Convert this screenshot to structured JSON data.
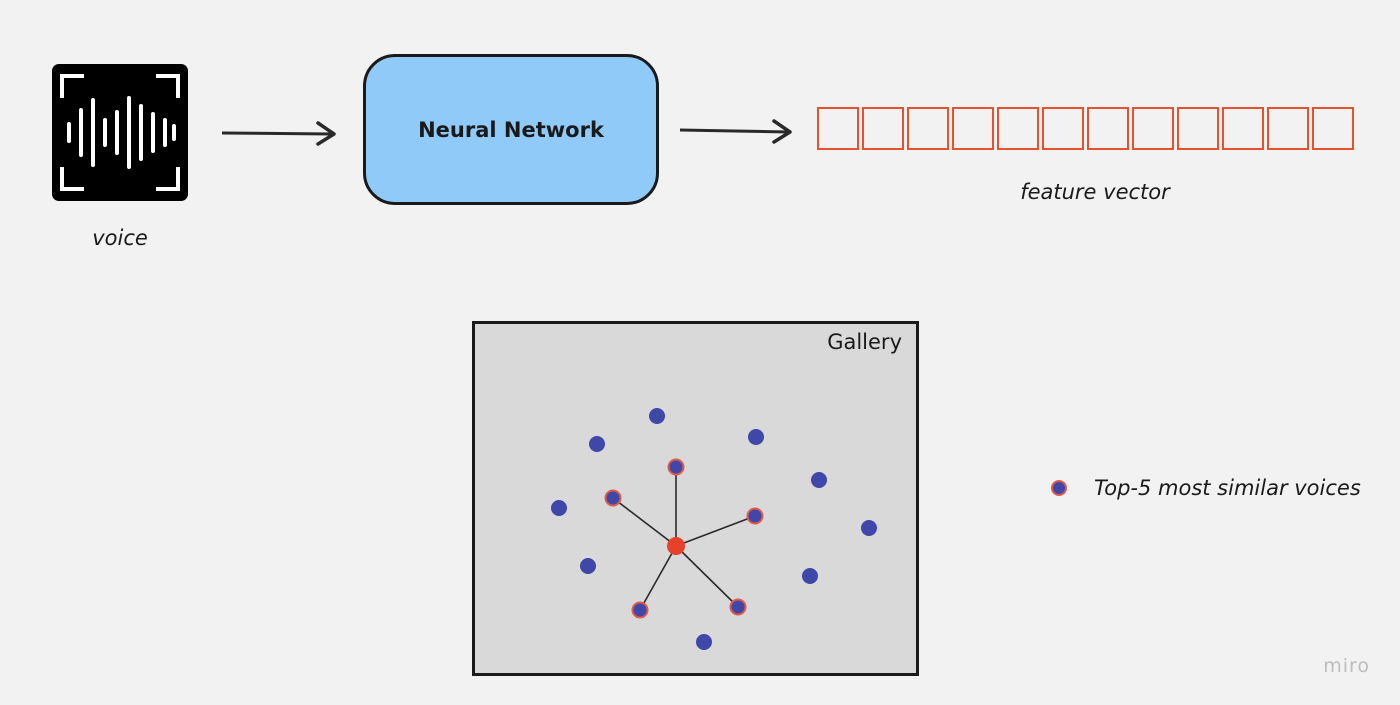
{
  "voice": {
    "label": "voice"
  },
  "neural_network": {
    "label": "Neural Network"
  },
  "feature_vector": {
    "label": "feature vector",
    "cell_count": 12
  },
  "gallery": {
    "label": "Gallery",
    "query_point": [
      201,
      222
    ],
    "top5_points": [
      [
        201,
        143
      ],
      [
        138,
        174
      ],
      [
        280,
        192
      ],
      [
        165,
        286
      ],
      [
        263,
        283
      ]
    ],
    "other_points": [
      [
        182,
        92
      ],
      [
        122,
        120
      ],
      [
        281,
        113
      ],
      [
        344,
        156
      ],
      [
        84,
        184
      ],
      [
        394,
        204
      ],
      [
        113,
        242
      ],
      [
        335,
        252
      ],
      [
        229,
        318
      ]
    ]
  },
  "legend": {
    "label": "Top-5 most similar voices"
  },
  "watermark": {
    "label": "miro"
  },
  "colors": {
    "background": "#f2f2f2",
    "nn_fill": "#90caf9",
    "vector_stroke": "#e8512e",
    "gallery_fill": "#d9d9d9",
    "point_fill": "#3f47a8",
    "query_fill": "#e8412a",
    "highlight_stroke": "#e05a4a"
  }
}
